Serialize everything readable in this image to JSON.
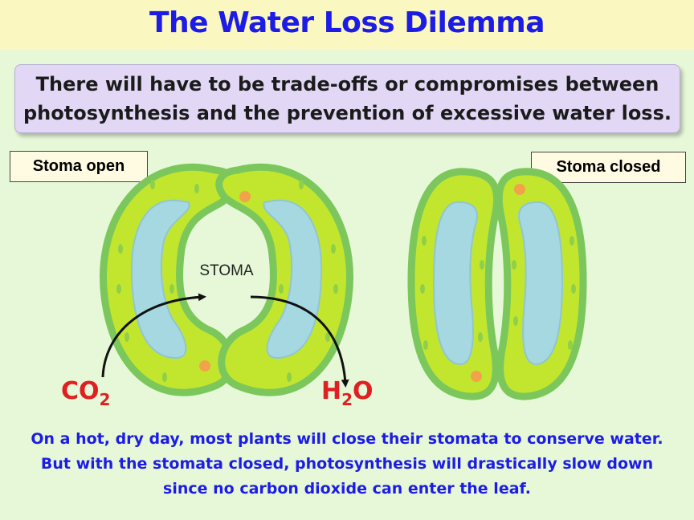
{
  "title": "The Water Loss Dilemma",
  "callout": {
    "line1": "There will have to be trade-offs or compromises between",
    "line2": "photosynthesis and the prevention of excessive water loss."
  },
  "labels": {
    "open": "Stoma open",
    "closed": "Stoma closed",
    "stoma": "STOMA"
  },
  "formulas": {
    "co2_base": "CO",
    "co2_sub": "2",
    "h2o_base": "H",
    "h2o_sub": "2",
    "h2o_tail": "O"
  },
  "footer": {
    "line1": "On a hot, dry day, most plants will close their stomata to conserve water.",
    "line2": "But with the stomata closed, photosynthesis will drastically slow down",
    "line3": "since no carbon dioxide can enter the leaf."
  },
  "colors": {
    "title": "#1c1ce6",
    "formula": "#e02020",
    "cell_wall": "#7cc75c",
    "cytoplasm": "#c2e62e",
    "vacuole": "#a6d8e2",
    "nucleus": "#f2a24a"
  }
}
